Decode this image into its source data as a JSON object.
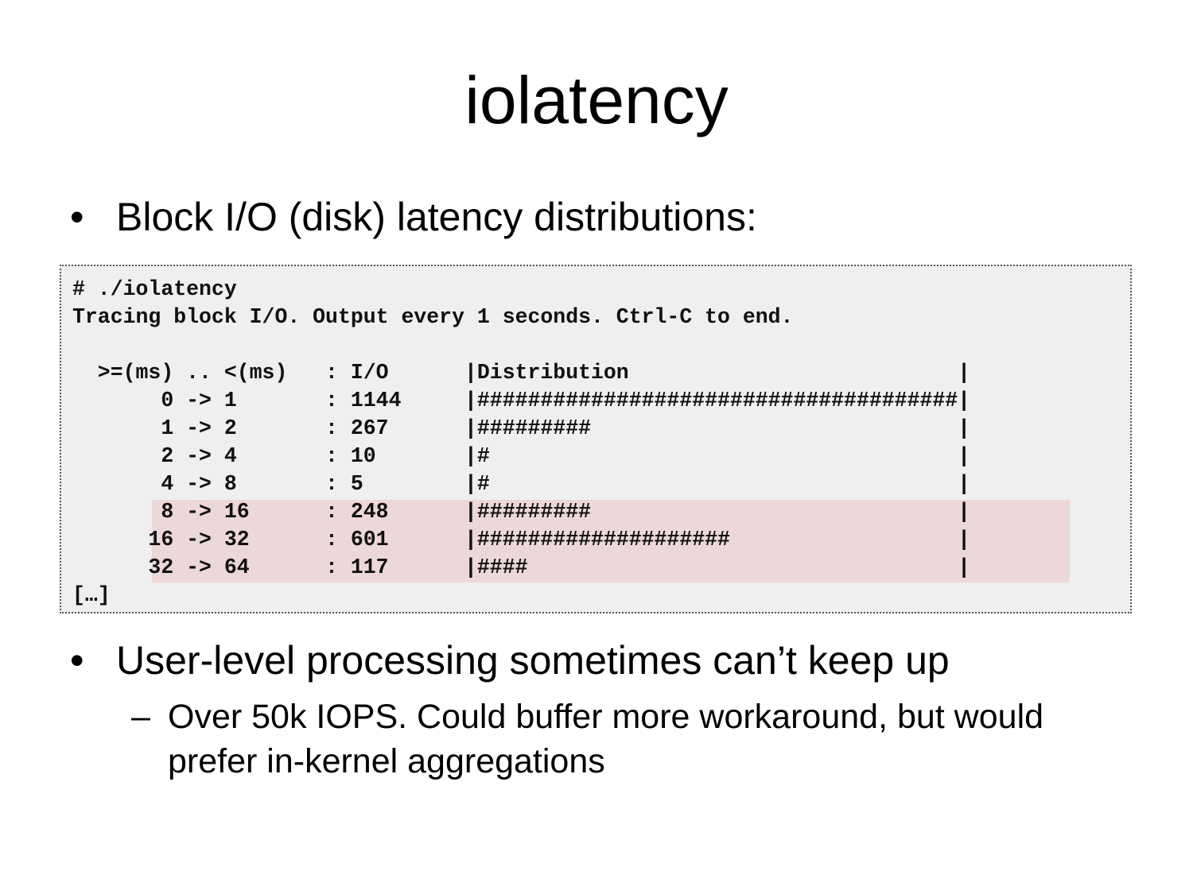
{
  "title": "iolatency",
  "bullets": [
    {
      "marker": "•",
      "text": "Block I/O (disk) latency distributions:"
    },
    {
      "marker": "•",
      "text": "User-level processing  sometimes can’t keep up"
    }
  ],
  "sub_bullet": {
    "marker": "–",
    "text": "Over 50k IOPS. Could buffer more workaround, but would prefer in-kernel aggregations"
  },
  "terminal": {
    "lines": [
      "# ./iolatency",
      "Tracing block I/O. Output every 1 seconds. Ctrl-C to end.",
      "",
      "  >=(ms) .. <(ms)   : I/O      |Distribution                          |",
      "       0 -> 1       : 1144     |######################################|",
      "       1 -> 2       : 267      |#########                             |",
      "       2 -> 4       : 10       |#                                     |",
      "       4 -> 8       : 5        |#                                     |",
      "       8 -> 16      : 248      |#########                             |",
      "      16 -> 32      : 601      |####################                  |",
      "      32 -> 64      : 117      |####                                  |",
      "[…]"
    ],
    "highlight_color": "#ecd8d8",
    "background_color": "#efefef"
  }
}
